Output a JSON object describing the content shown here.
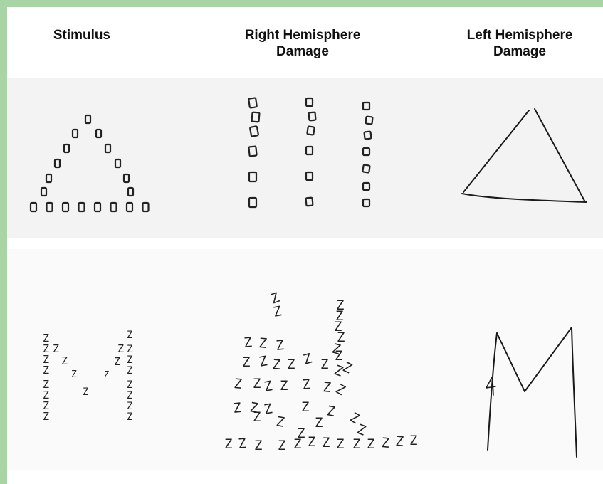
{
  "columns": {
    "stimulus": [
      "Stimulus"
    ],
    "right": [
      "Right Hemisphere",
      "Damage"
    ],
    "left": [
      "Left Hemisphere",
      "Damage"
    ]
  },
  "rows": [
    {
      "id": "A",
      "stimulus": "Large letter A composed of small squares",
      "right": "Small squares copied without global A shape",
      "left": "Global triangle/A outline without local squares"
    },
    {
      "id": "M",
      "stimulus": "Large letter M composed of small Z letters",
      "right": "Many small Z letters copied without global M shape",
      "left": "Global M drawn without local Z letters"
    }
  ],
  "stimulus_m_letter": "Z",
  "right_m_letter": "Z"
}
